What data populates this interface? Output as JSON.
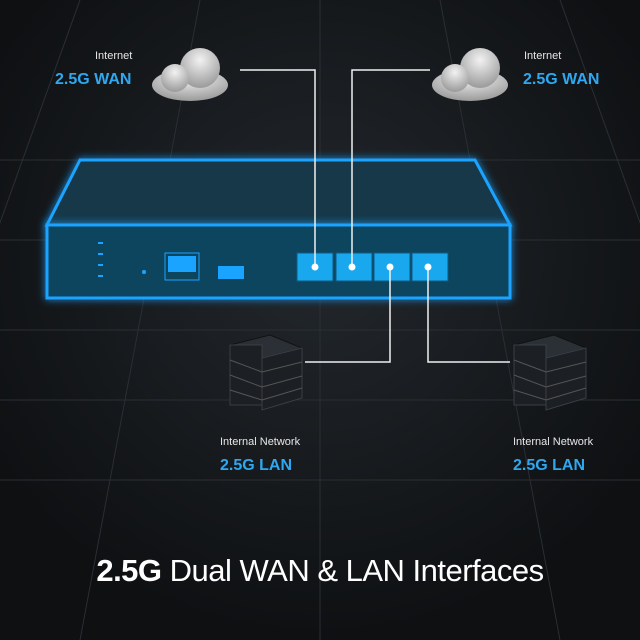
{
  "colors": {
    "accent": "#2ea8f0",
    "glow": "#1aa3ff",
    "background": "#111316"
  },
  "wan_left": {
    "caption": "Internet",
    "label": "2.5G WAN",
    "icon": "cloud-icon"
  },
  "wan_right": {
    "caption": "Internet",
    "label": "2.5G WAN",
    "icon": "cloud-icon"
  },
  "lan_left": {
    "caption": "Internal Network",
    "label": "2.5G LAN",
    "icon": "server-stack-icon"
  },
  "lan_right": {
    "caption": "Internal Network",
    "label": "2.5G LAN",
    "icon": "server-stack-icon"
  },
  "title": {
    "bold": "2.5G",
    "rest": " Dual WAN & LAN Interfaces"
  }
}
